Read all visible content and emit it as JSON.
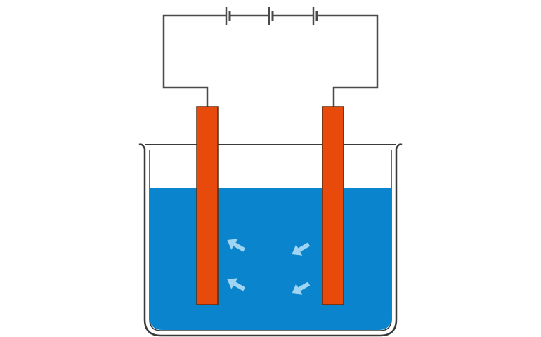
{
  "diagram": {
    "subject": "electrolysis-cell",
    "colors": {
      "wire": "#4a4a4a",
      "electrolyte": "#0a84cc",
      "electrode": "#e84a0c",
      "electrode_outline": "#5a2a10",
      "beaker_outline": "#3a3a3a",
      "arrow": "#9fd4f2",
      "background": "#ffffff"
    },
    "components": {
      "battery_cells": 3,
      "electrodes": 2,
      "ion_arrows": 4
    }
  }
}
